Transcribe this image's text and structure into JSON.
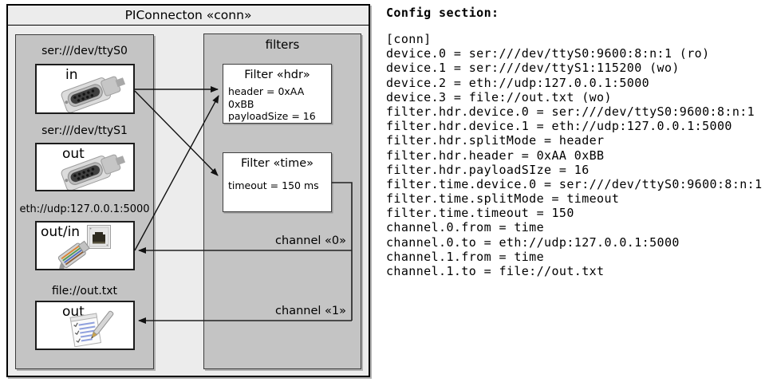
{
  "diagram": {
    "title": "PIConnecton «conn»",
    "devices_group": {
      "devices": [
        {
          "uri": "ser:///dev/ttyS0",
          "direction": "in",
          "icon": "serial-connector-icon"
        },
        {
          "uri": "ser:///dev/ttyS1",
          "direction": "out",
          "icon": "serial-connector-icon"
        },
        {
          "uri": "eth://udp:127.0.0.1:5000",
          "direction": "out/in",
          "icon": "ethernet-connector-icon"
        },
        {
          "uri": "file://out.txt",
          "direction": "out",
          "icon": "notepad-icon"
        }
      ]
    },
    "filters_group": {
      "label": "filters",
      "filters": [
        {
          "title": "Filter «hdr»",
          "attributes": [
            "header = 0xAA 0xBB",
            "payloadSize = 16"
          ]
        },
        {
          "title": "Filter «time»",
          "attributes": [
            "timeout = 150 ms"
          ]
        }
      ]
    },
    "channels": [
      {
        "label": "channel «0»"
      },
      {
        "label": "channel «1»"
      }
    ]
  },
  "config": {
    "heading": "Config section:",
    "lines": [
      "[conn]",
      "device.0 = ser:///dev/ttyS0:9600:8:n:1 (ro)",
      "device.1 = ser:///dev/ttyS1:115200 (wo)",
      "device.2 = eth://udp:127.0.0.1:5000",
      "device.3 = file://out.txt (wo)",
      "filter.hdr.device.0 = ser:///dev/ttyS0:9600:8:n:1",
      "filter.hdr.device.1 = eth://udp:127.0.0.1:5000",
      "filter.hdr.splitMode = header",
      "filter.hdr.header = 0xAA 0xBB",
      "filter.hdr.payloadSIze = 16",
      "filter.time.device.0 = ser:///dev/ttyS0:9600:8:n:1",
      "filter.time.splitMode = timeout",
      "filter.time.timeout = 150",
      "channel.0.from = time",
      "channel.0.to = eth://udp:127.0.0.1:5000",
      "channel.1.from = time",
      "channel.1.to = file://out.txt"
    ]
  },
  "colors": {
    "outer_background": "#ececec",
    "group_background": "#c4c4c4",
    "box_background": "#ffffff",
    "border_dark": "#3c3c3c",
    "line_color": "#111111",
    "text_color": "#000000"
  }
}
